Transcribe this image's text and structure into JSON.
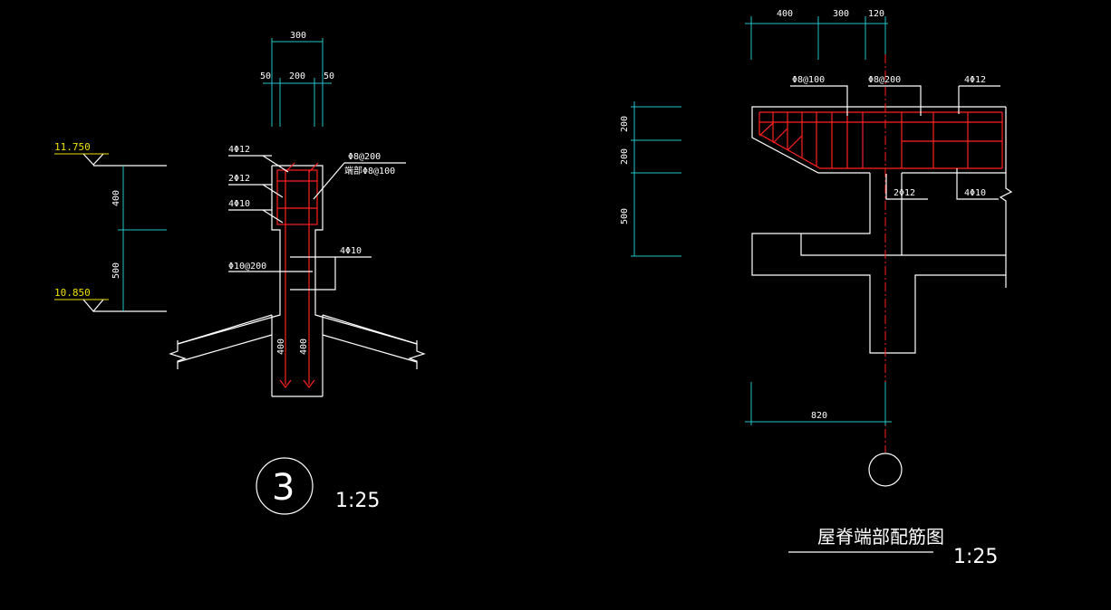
{
  "left_detail": {
    "dims_top": {
      "total": "300",
      "left": "50",
      "mid": "200",
      "right": "50"
    },
    "elevations": {
      "top": "11.750",
      "bottom": "10.850"
    },
    "vertical_dims": {
      "upper": "400",
      "lower": "500"
    },
    "rebar_labels": {
      "top_bars": "4Φ12",
      "side_bars": "2Φ12",
      "bottom_bars": "4Φ10",
      "stirrup": "Φ8@200",
      "stirrup_dense": "端部Φ8@100",
      "column_bars": "4Φ10",
      "column_stirrup": "Φ10@200",
      "anchor_left": "400",
      "anchor_right": "400"
    },
    "section_number": "3",
    "scale": "1:25"
  },
  "right_detail": {
    "dims_top": {
      "a": "400",
      "b": "300",
      "c": "120"
    },
    "vertical_dims": {
      "a": "200",
      "b": "200",
      "c": "500"
    },
    "rebar_labels": {
      "stirrup_dense": "Φ8@100",
      "stirrup": "Φ8@200",
      "top_bars": "4Φ12",
      "mid_bars": "2Φ12",
      "bottom_bars": "4Φ10"
    },
    "bottom_dim": "820",
    "title": "屋脊端部配筋图",
    "scale": "1:25"
  }
}
